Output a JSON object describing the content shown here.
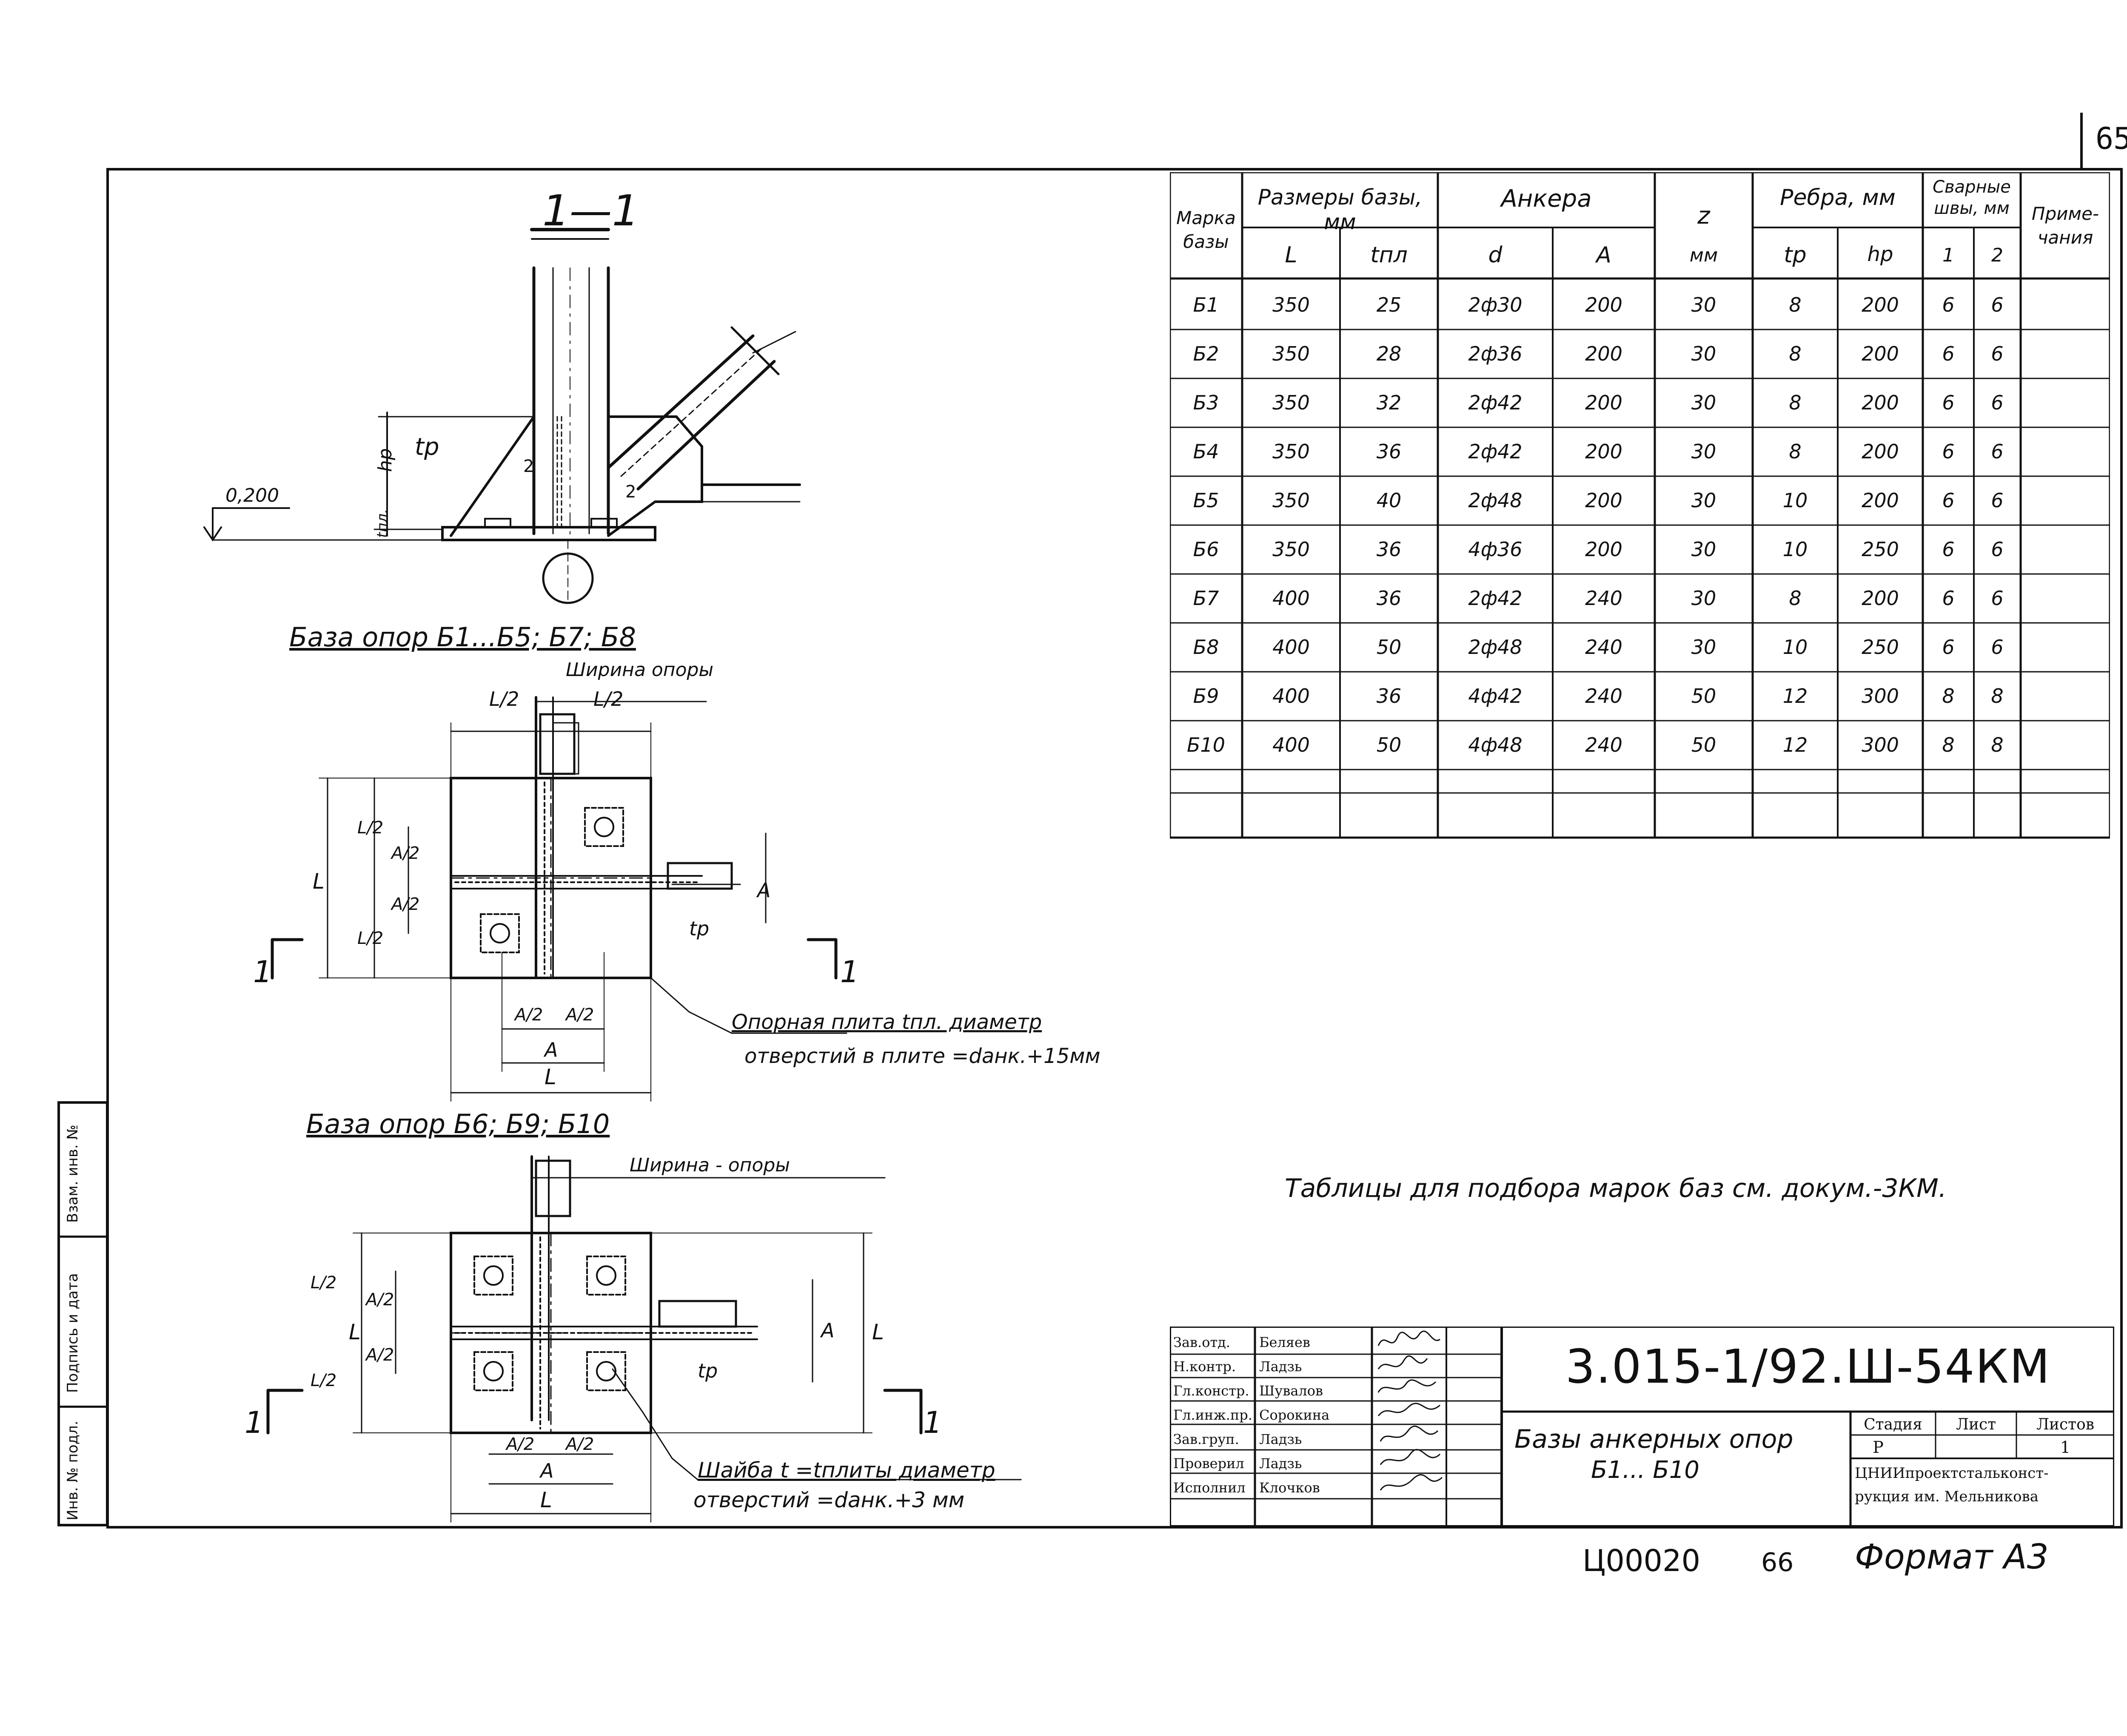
{
  "sheet_number": "65",
  "section_title": "1—1",
  "elevation_mark": "0,200",
  "section_labels": {
    "left": "1",
    "right": "1"
  },
  "plan1": {
    "title": "База   опор   Б1...Б5; Б7; Б8",
    "width_label": "Ширина  опоры",
    "note_line1": "Опорная   плита tпл.  диаметр",
    "note_line2": "отверстий  в плите =dанк.+15мм"
  },
  "plan2": {
    "title": "База   опор   Б6; Б9; Б10",
    "width_label": "Ширина - опоры",
    "note_line1": "Шайба  t =tплиты  диаметр",
    "note_line2": "отверстий     =dанк.+3 мм"
  },
  "dims": {
    "L": "L",
    "L2": "L/2",
    "A": "A",
    "A2": "A/2",
    "tp": "tp",
    "hp": "hp",
    "tpl": "tпл.",
    "weld1": "1",
    "weld2": "2"
  },
  "table": {
    "headers": {
      "mark": "Марка базы",
      "base_size": "Размеры базы, мм",
      "anchors": "Анкера",
      "z": "z",
      "z_unit": "мм",
      "ribs": "Ребра, мм",
      "welds": "Сварные швы, мм",
      "notes": "Приме- чания",
      "L": "L",
      "tpl": "tпл",
      "d": "d",
      "A": "A",
      "tp": "tp",
      "hp": "hp",
      "w1": "1",
      "w2": "2"
    },
    "rows": [
      [
        "Б1",
        "350",
        "25",
        "2ф30",
        "200",
        "30",
        "8",
        "200",
        "6",
        "6"
      ],
      [
        "Б2",
        "350",
        "28",
        "2ф36",
        "200",
        "30",
        "8",
        "200",
        "6",
        "6"
      ],
      [
        "Б3",
        "350",
        "32",
        "2ф42",
        "200",
        "30",
        "8",
        "200",
        "6",
        "6"
      ],
      [
        "Б4",
        "350",
        "36",
        "2ф42",
        "200",
        "30",
        "8",
        "200",
        "6",
        "6"
      ],
      [
        "Б5",
        "350",
        "40",
        "2ф48",
        "200",
        "30",
        "10",
        "200",
        "6",
        "6"
      ],
      [
        "Б6",
        "350",
        "36",
        "4ф36",
        "200",
        "30",
        "10",
        "250",
        "6",
        "6"
      ],
      [
        "Б7",
        "400",
        "36",
        "2ф42",
        "240",
        "30",
        "8",
        "200",
        "6",
        "6"
      ],
      [
        "Б8",
        "400",
        "50",
        "2ф48",
        "240",
        "30",
        "10",
        "250",
        "6",
        "6"
      ],
      [
        "Б9",
        "400",
        "36",
        "4ф42",
        "240",
        "50",
        "12",
        "300",
        "8",
        "8"
      ],
      [
        "Б10",
        "400",
        "50",
        "4ф48",
        "240",
        "50",
        "12",
        "300",
        "8",
        "8"
      ]
    ]
  },
  "table_note": "Таблицы  для  подбора  марок  баз  см.  докум.-3КМ.",
  "title_block": {
    "code": "3.015-1/92.Ш-54КМ",
    "name_line1": "Базы  анкерных  опор",
    "name_line2": "Б1... Б10",
    "stage_label": "Стадия",
    "sheet_label": "Лист",
    "sheets_label": "Листов",
    "stage": "Р",
    "sheets": "1",
    "org_line1": "ЦНИИпроектстальконст-",
    "org_line2": "рукция им. Мельникова",
    "staff": [
      {
        "role": "Зав.отд.",
        "name": "Беляев"
      },
      {
        "role": "Н.контр.",
        "name": "Ладзь"
      },
      {
        "role": "Гл.констр.",
        "name": "Шувалов"
      },
      {
        "role": "Гл.инж.пр.",
        "name": "Сорокина"
      },
      {
        "role": "Зав.груп.",
        "name": "Ладзь"
      },
      {
        "role": "Проверил",
        "name": "Ладзь"
      },
      {
        "role": "Исполнил",
        "name": "Клочков"
      }
    ]
  },
  "side_stamp": {
    "inv": "Инв. № подл.",
    "sign": "Подпись и дата",
    "vzam": "Взам. инв. №"
  },
  "footer": {
    "archive": "Ц00020",
    "page": "66",
    "format": "Формат А3"
  }
}
